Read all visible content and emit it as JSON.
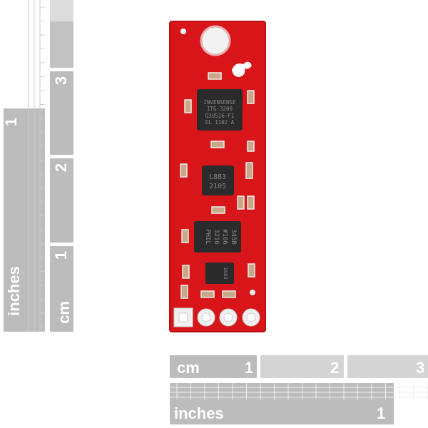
{
  "rulers": {
    "left_inches": {
      "unit": "inches",
      "marks": [
        "1"
      ]
    },
    "left_cm": {
      "unit": "cm",
      "marks": [
        "1",
        "2",
        "3"
      ]
    },
    "bottom_cm": {
      "unit": "cm",
      "marks": [
        "1",
        "2",
        "3"
      ]
    },
    "bottom_inches": {
      "unit": "inches",
      "marks": [
        "1"
      ]
    }
  },
  "board": {
    "color": "#d8161a",
    "chips": [
      {
        "lines": [
          "INVENSENSE",
          "ITG-3200",
          "Q3U516-F1",
          "EL 1102 A"
        ]
      },
      {
        "lines": [
          "L883",
          "2105"
        ]
      },
      {
        "lines": [
          "345B",
          "#106",
          "3216",
          "PHIL"
        ]
      },
      {
        "lines": [
          "1683"
        ]
      }
    ]
  }
}
